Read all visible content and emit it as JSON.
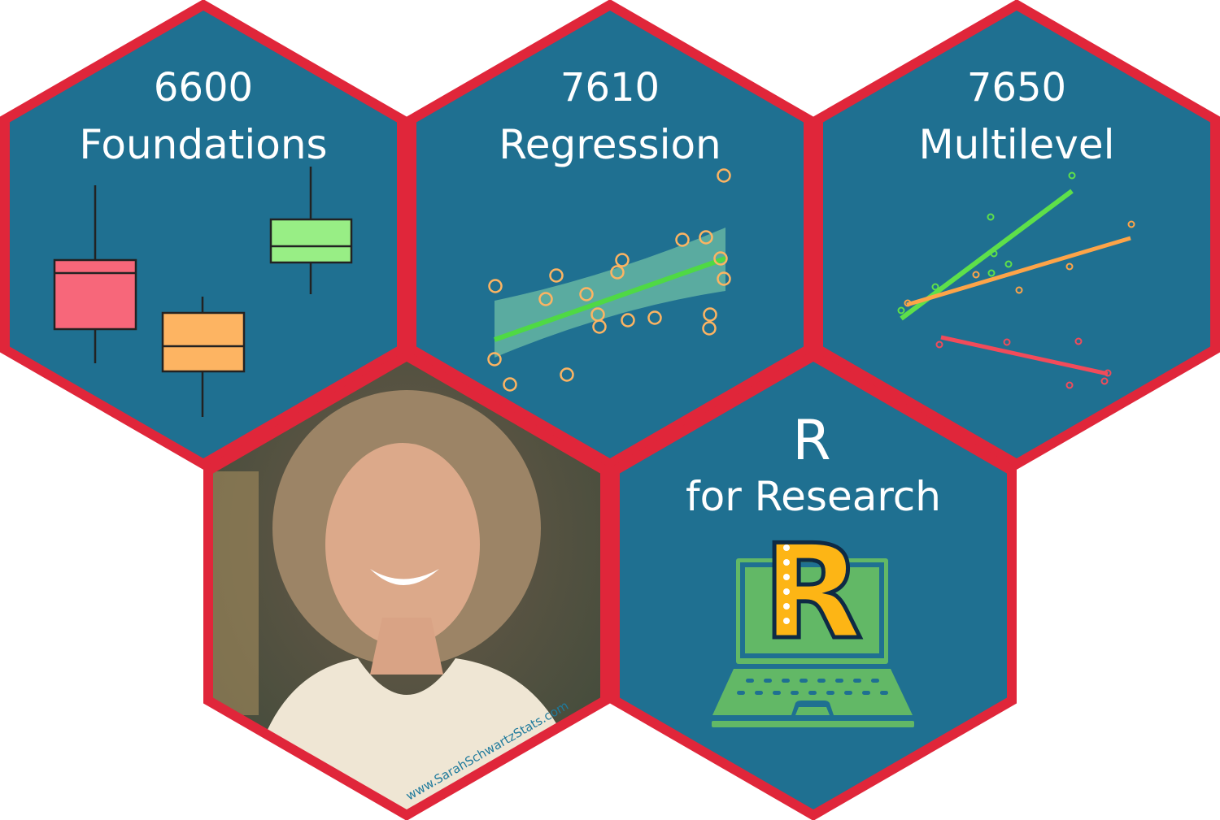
{
  "colors": {
    "hex_fill": "#1f7091",
    "hex_border": "#e0263a",
    "red": "#f7677a",
    "orange": "#fdb462",
    "green": "#98ee85",
    "laptop": "#62b866",
    "r_logo": "#fdb515"
  },
  "hexes": [
    {
      "number": "6600",
      "title": "Foundations"
    },
    {
      "number": "7610",
      "title": "Regression"
    },
    {
      "number": "7650",
      "title": "Multilevel"
    }
  ],
  "r_hex": {
    "letter": "R",
    "title": "for Research",
    "logo_letter": "R"
  },
  "photo": {
    "watermark": "www.SarahSchwartzStats.com"
  }
}
